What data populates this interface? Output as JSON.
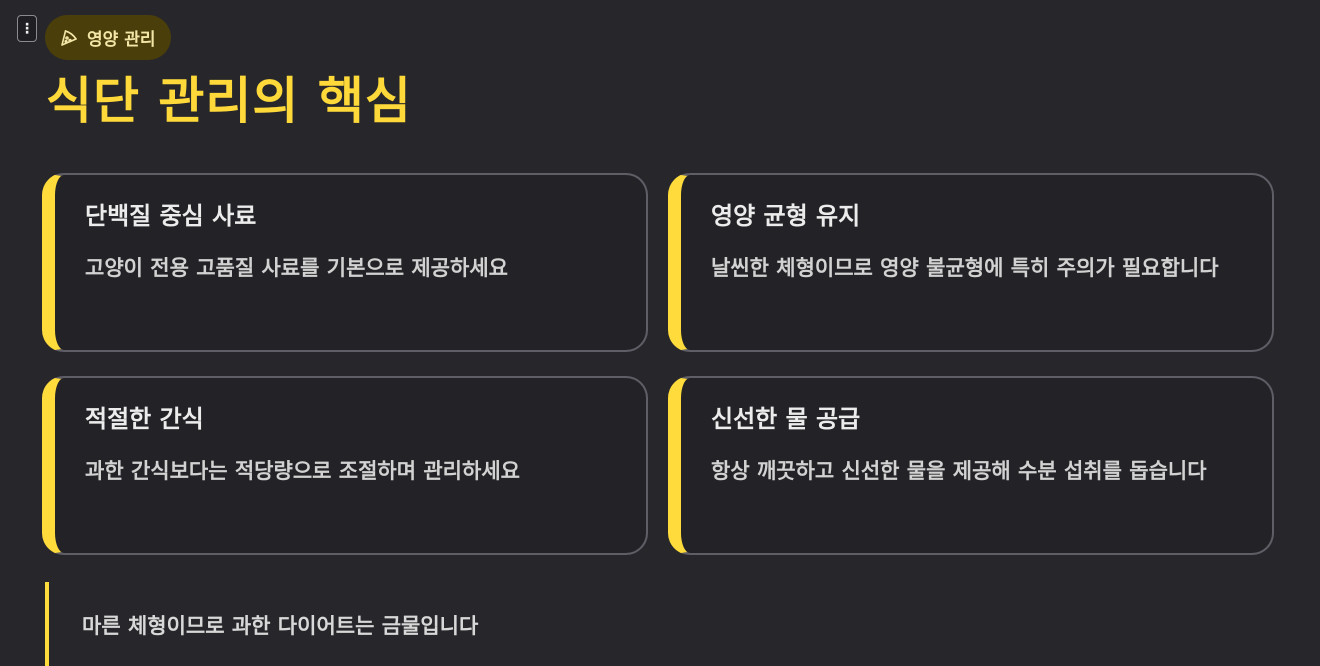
{
  "menu": {
    "icon": "vertical-dots-icon",
    "glyph": "⋮"
  },
  "tag": {
    "icon": "pizza-slice-icon",
    "label": "영양 관리",
    "color": "#4a3e0b"
  },
  "title": "식단 관리의 핵심",
  "accent_color": "#ffdc3c",
  "title_color": "#ffd93a",
  "cards": [
    {
      "title": "단백질 중심 사료",
      "description": "고양이 전용 고품질 사료를 기본으로 제공하세요"
    },
    {
      "title": "영양 균형 유지",
      "description": "날씬한 체형이므로 영양 불균형에 특히 주의가 필요합니다"
    },
    {
      "title": "적절한 간식",
      "description": "과한 간식보다는 적당량으로 조절하며 관리하세요"
    },
    {
      "title": "신선한 물 공급",
      "description": "항상 깨끗하고 신선한 물을 제공해 수분 섭취를 돕습니다"
    }
  ],
  "note": "마른 체형이므로 과한 다이어트는 금물입니다"
}
